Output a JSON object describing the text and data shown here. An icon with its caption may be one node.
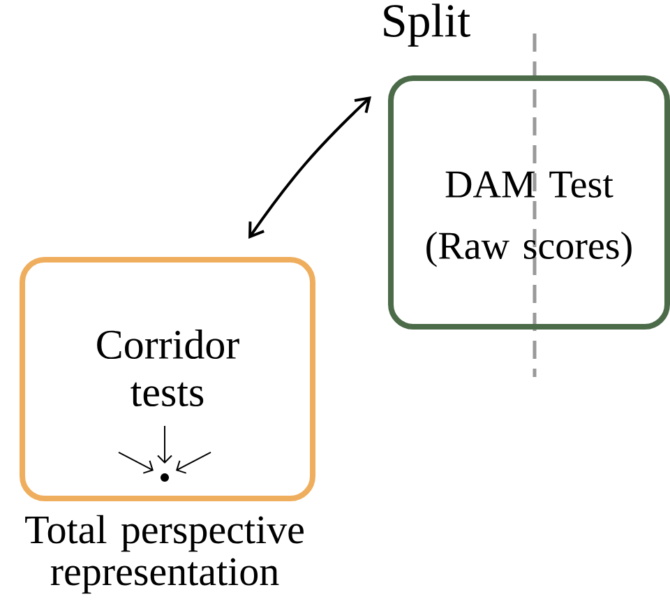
{
  "diagram": {
    "nodes": [
      {
        "text": [
          "Corridor tests"
        ],
        "beside": [
          "Total perspective representation"
        ]
      },
      {
        "text": [
          "DAM Test (Raw scores)"
        ]
      }
    ],
    "edges": [
      {
        "from": 0,
        "to": 1,
        "arrow": "both"
      }
    ],
    "labels": [
      "Split"
    ]
  }
}
